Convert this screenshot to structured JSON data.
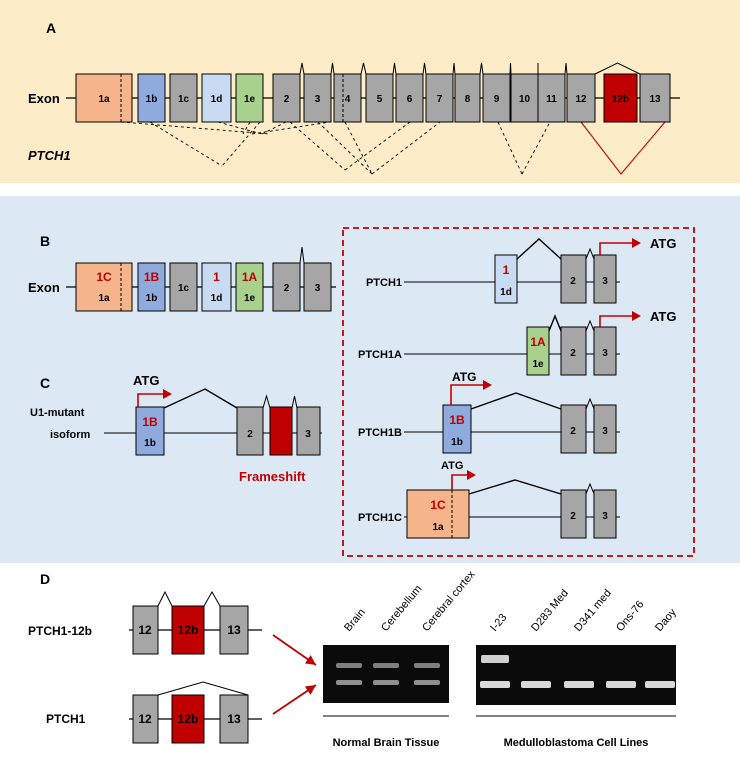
{
  "colors": {
    "panel_a_bg": "#fcecc8",
    "panel_bc_bg": "#dce8f4",
    "exon_gray": "#a6a6a6",
    "exon_peach": "#f6b48a",
    "exon_blue": "#8faadc",
    "exon_lightblue": "#c9daf3",
    "exon_green": "#a9d18e",
    "exon_red": "#c00000",
    "accent_red": "#c00000"
  },
  "panel_a": {
    "letter": "A",
    "row_label": "Exon",
    "gene": "PTCH1",
    "exons": [
      "1a",
      "1b",
      "1c",
      "1d",
      "1e",
      "2",
      "3",
      "4",
      "5",
      "6",
      "7",
      "8",
      "9",
      "10",
      "11",
      "12",
      "12b",
      "13"
    ]
  },
  "panel_b": {
    "letter": "B",
    "row_label": "Exon",
    "exons": [
      {
        "top": "1C",
        "bottom": "1a"
      },
      {
        "top": "1B",
        "bottom": "1b"
      },
      {
        "top": "",
        "bottom": "1c"
      },
      {
        "top": "1",
        "bottom": "1d"
      },
      {
        "top": "1A",
        "bottom": "1e"
      },
      {
        "top": "",
        "bottom": "2"
      },
      {
        "top": "",
        "bottom": "3"
      }
    ]
  },
  "isoforms": {
    "atg": "ATG",
    "rows": [
      {
        "name": "PTCH1",
        "top": "1",
        "bottom": "1d"
      },
      {
        "name": "PTCH1A",
        "top": "1A",
        "bottom": "1e"
      },
      {
        "name": "PTCH1B",
        "top": "1B",
        "bottom": "1b"
      },
      {
        "name": "PTCH1C",
        "top": "1C",
        "bottom": "1a"
      }
    ],
    "ex2": "2",
    "ex3": "3"
  },
  "panel_c": {
    "letter": "C",
    "label_line1": "U1-mutant",
    "label_line2": "isoform",
    "atg": "ATG",
    "exon_top": "1B",
    "exon_bottom": "1b",
    "ex2": "2",
    "ex3": "3",
    "frameshift": "Frameshift"
  },
  "panel_d": {
    "letter": "D",
    "row1_label": "PTCH1-12b",
    "row2_label": "PTCH1",
    "exons": [
      "12",
      "12b",
      "13"
    ],
    "tissue_lanes": [
      "Brain",
      "Cerebellum",
      "Cerebral cortex"
    ],
    "cell_lanes": [
      "I-23",
      "D283 Med",
      "D341 med",
      "Ons-76",
      "Daoy"
    ],
    "tissue_caption": "Normal Brain Tissue",
    "cell_caption": "Medulloblastoma Cell Lines"
  }
}
